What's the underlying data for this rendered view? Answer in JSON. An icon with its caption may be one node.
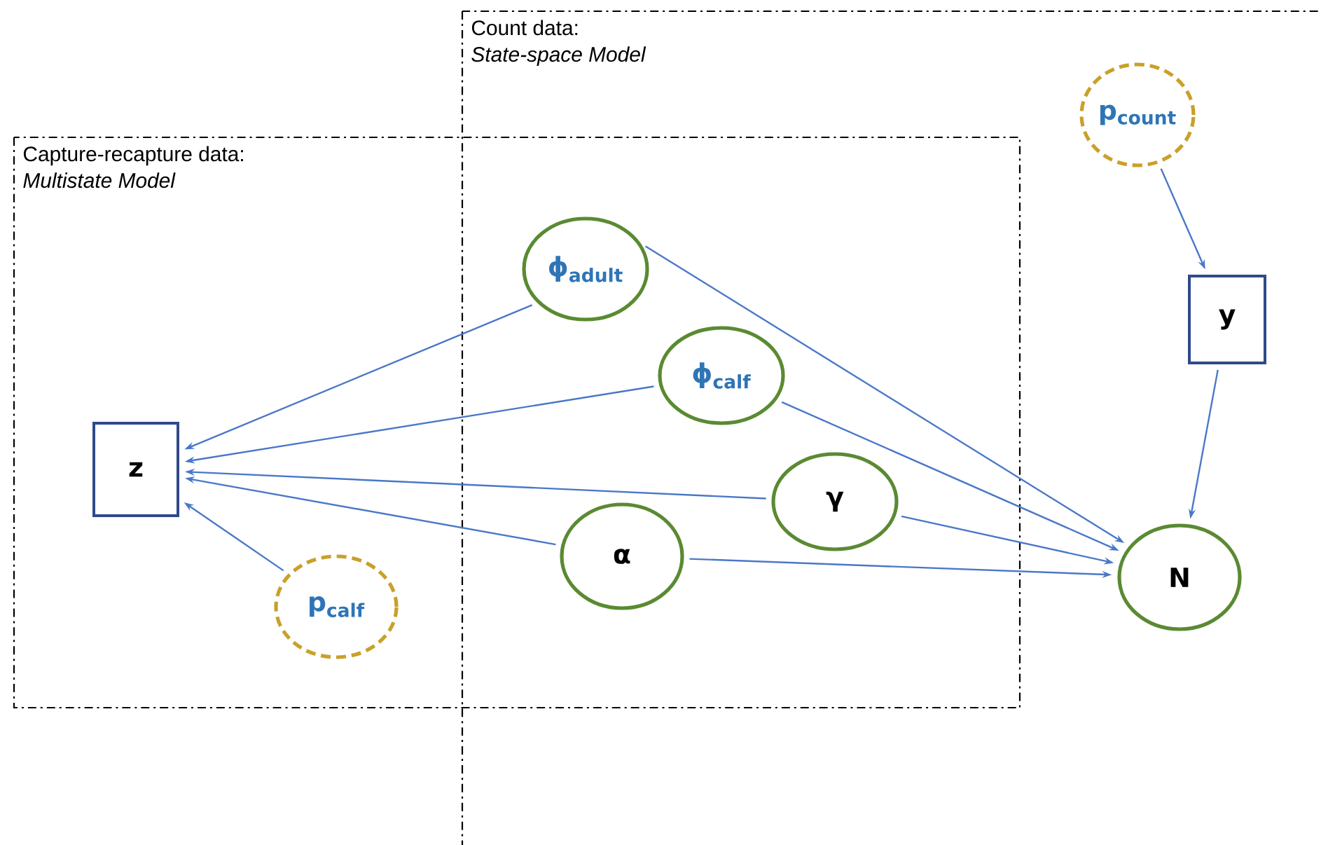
{
  "diagram": {
    "nodes": [
      {
        "text": [
          "Capture-recapture data:",
          "Multistate Model"
        ]
      },
      {
        "text": [
          "Count data:",
          "State-space Model"
        ]
      },
      {
        "text": [
          "p$_{count}$"
        ],
        "in": 1
      },
      {
        "text": [
          "ϕ$_{adult}$"
        ]
      },
      {
        "text": [
          "y"
        ],
        "in": 1
      },
      {
        "text": [
          "ϕ$_{calf}$"
        ]
      },
      {
        "text": [
          "z"
        ],
        "in": 0
      },
      {
        "text": [
          "γ"
        ]
      },
      {
        "text": [
          "α"
        ]
      },
      {
        "text": [
          "N"
        ],
        "in": 1
      },
      {
        "text": [
          "p$_{calf}$"
        ],
        "in": 0
      }
    ],
    "edges": [
      {
        "from": 3,
        "to": 6,
        "arrow": "to"
      },
      {
        "from": 5,
        "to": 6,
        "arrow": "to"
      },
      {
        "from": 7,
        "to": 6,
        "arrow": "to"
      },
      {
        "from": 8,
        "to": 6,
        "arrow": "to"
      },
      {
        "from": 10,
        "to": 6,
        "arrow": "to"
      },
      {
        "from": 3,
        "to": 9,
        "arrow": "to"
      },
      {
        "from": 5,
        "to": 9,
        "arrow": "to"
      },
      {
        "from": 7,
        "to": 9,
        "arrow": "to"
      },
      {
        "from": 8,
        "to": 9,
        "arrow": "to"
      },
      {
        "from": 2,
        "to": 4,
        "arrow": "to"
      },
      {
        "from": 4,
        "to": 9,
        "arrow": "to"
      }
    ]
  }
}
